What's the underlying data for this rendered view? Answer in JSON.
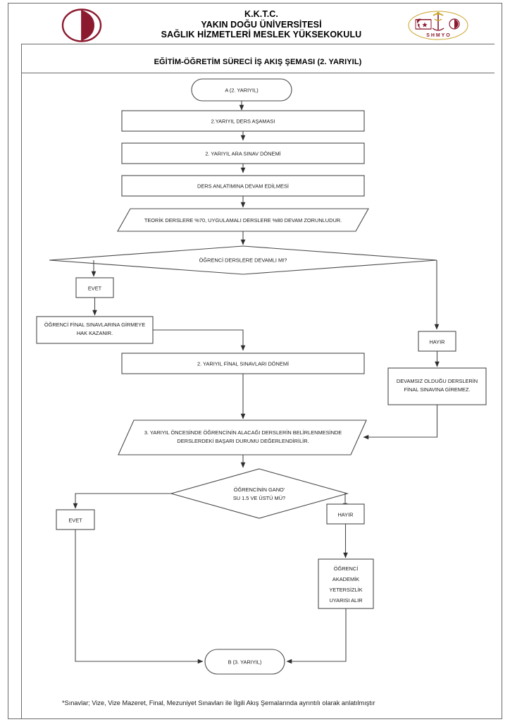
{
  "header": {
    "org_line1": "K.K.T.C.",
    "org_line2": "YAKIN DOĞU ÜNİVERSİTESİ",
    "org_line3": "SAĞLIK HİZMETLERİ MESLEK YÜKSEKOKULU",
    "logo_left_name": "near-east-university-logo",
    "logo_right_name": "health-vocational-school-logo",
    "brand_color": "#8C1A2F"
  },
  "document": {
    "subtitle": "EĞİTİM-ÖĞRETİM SÜRECİ İŞ AKIŞ ŞEMASI (2. YARIYIL)",
    "footnote": "*Sınavlar; Vize, Vize Mazeret, Final, Mezuniyet Sınavları ile İlgili Akış Şemalarında ayrıntılı olarak anlatılmıştır"
  },
  "flow": {
    "start": "A (2. YARIYIL)",
    "step_ders_asamasi": "2.YARIYIL  DERS AŞAMASI",
    "step_ara_sinav": "2. YARIYIL ARA SINAV DÖNEMİ",
    "step_ders_anlatim": "DERS ANLATIMINA DEVAM EDİLMESİ",
    "note_devam_zorunlu": "TEORİK DERSLERE %70, UYGULAMALI DERSLERE %80 DEVAM ZORUNLUDUR.",
    "decision_devamli": "ÖĞRENCİ DERSLERE DEVAMLI MI?",
    "branch_evet_1": "EVET",
    "branch_hayir_1": "HAYIR",
    "step_final_hak": {
      "line1": "ÖĞRENCİ FİNAL SINAVLARINA GİRMEYE",
      "line2": "HAK KAZANIR."
    },
    "step_devamsiz": {
      "line1": "DEVAMSIZ OLDUĞU DERSLERİN",
      "line2": "FİNAL SINAVINA GİREMEZ."
    },
    "step_final_donemi": "2. YARIYIL FİNAL SINAVLARI DÖNEMİ",
    "note_basari": {
      "line1": "3. YARIYIL ÖNCESİNDE ÖĞRENCİNİN ALACAĞI DERSLERİN BELİRLENMESİNDE",
      "line2": "DERSLERDEKİ BAŞARI DURUMU DEĞERLENDİRİLİR."
    },
    "decision_gano": {
      "line1": "ÖĞRENCİNİN GANO'",
      "line2": "SU 1.5 VE ÜSTÜ MÜ?"
    },
    "branch_evet_2": "EVET",
    "branch_hayir_2": "HAYIR",
    "step_uyari": {
      "line1": "ÖĞRENCİ",
      "line2": "AKADEMİK",
      "line3": "YETERSİZLİK",
      "line4": "UYARISI ALIR"
    },
    "end": "B (3. YARIYIL)"
  }
}
